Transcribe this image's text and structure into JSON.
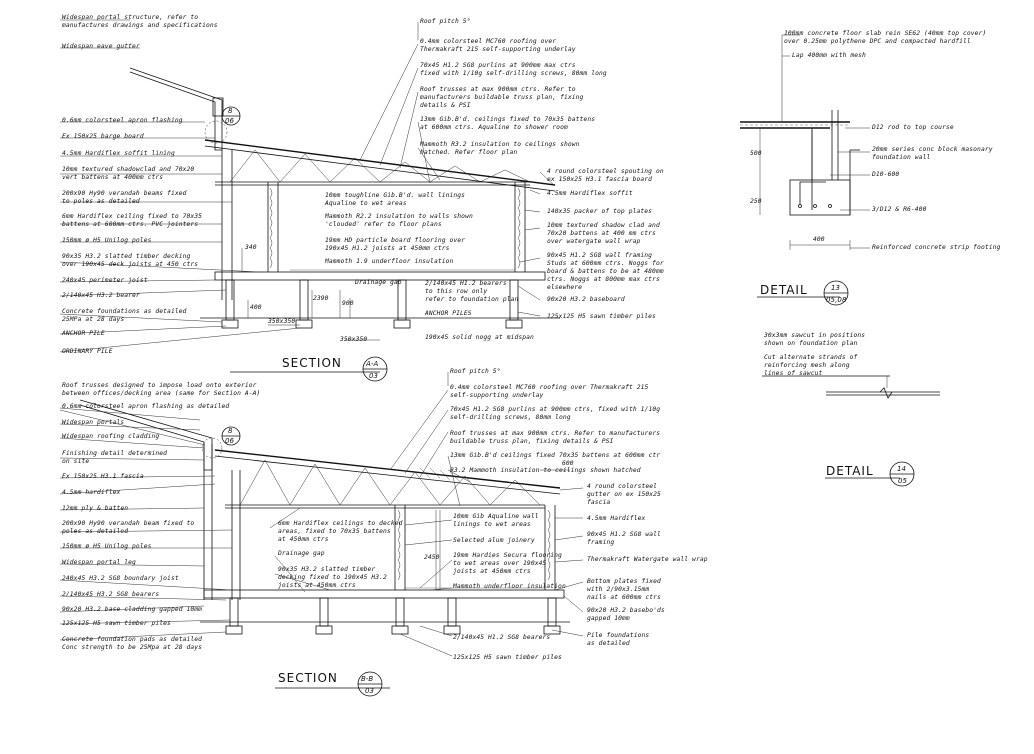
{
  "sectionA": {
    "left": [
      "Widespan portal structure, refer to\nmanufactures drawings and specifications",
      "Widespan eave gutter",
      "0.6mm colorsteel apron flashing",
      "Ex 150x25 barge board",
      "4.5mm Hardiflex soffit lining",
      "10mm textured shadowclad and 70x20\nvert battens at 400mm ctrs",
      "200x90 Hy90 verandah beams fixed\nto poles as detailed",
      "6mm Hardiflex ceiling fixed to 70x35\nbattens at 600mm ctrs. PVC jointers",
      "150mm ø H5 Unilog poles",
      "90x35 H3.2 slatted timber decking\nover 190x45 deck joists at 450 ctrs",
      "240x45 perimeter joist",
      "2/140x45 H3.2 bearer",
      "Concrete foundations as detailed\n25MPa at 28 days",
      "ANCHOR PILE",
      "ORDINARY PILE"
    ],
    "top": [
      "Roof pitch 5°",
      "0.4mm colorsteel MC760 roofing over\nThermakraft 215 self-supporting underlay",
      "70x45 H1.2 SG8 purlins at 900mm max ctrs\nfixed with 1/10g self-drilling screws, 80mm long",
      "Roof trusses at max 900mm ctrs. Refer to\nmanufacturers buildable truss plan, fixing\ndetails & PSI",
      "13mm Gib.B'd. ceilings fixed to 70x35 battens\nat 600mm ctrs. Aqualine to shower room",
      "Mammoth R3.2 insulation to ceilings shown\nhatched. Refer floor plan"
    ],
    "inner": [
      "10mm toughline Gib.B'd. wall linings\nAqualine to wet areas",
      "Mammoth R2.2 insulation to walls shown\n'clouded' refer to floor plans",
      "19mm HD particle board flooring over\n190x45 H1.2 joists at 450mm ctrs",
      "Mammoth 1.9 underfloor insulation",
      "Drainage gap",
      "2/140x45 H1.2 bearers\nto this row only\nrefer to foundation plan",
      "ANCHOR PILES",
      "190x45 solid nogg at midspan"
    ],
    "right": [
      "4 round colorsteel spouting on\nex 150x25 H3.1 fascia board",
      "4.5mm Hardiflex soffit",
      "140x35 packer of top plates",
      "10mm textured shadow clad and\n70x20 battens at 400 mm ctrs\nover watergate wall wrap",
      "90x45 H1.2 SG8 wall framing\nStuds at 600mm ctrs. Noggs for\nboard & battens to be at 480mm\nctrs. Noggs at 800mm max ctrs\nelsewhere",
      "90x20 H3.2 baseboard",
      "125x125 H5 sawn timber piles"
    ],
    "dims": [
      "340",
      "350x350",
      "350x350",
      "900",
      "400",
      "2390"
    ],
    "title": "SECTION",
    "tag": "A-A",
    "sheet": "03",
    "callout": {
      "num": "8",
      "sheet": "06"
    }
  },
  "sectionB": {
    "left": [
      "Roof trusses designed to impose load onto exterior\nbetween offices/decking area (same for Section A-A)",
      "0.6mm colorsteel apron flashing as detailed",
      "Widespan portals",
      "Widespan roofing cladding",
      "Finishing detail determined\non site",
      "Ex 150x25 H3.1 fascia",
      "4.5mm hardiflex",
      "12mm ply & batten",
      "200x90 Hy90 verandah beam fixed to\npoles as detailed",
      "150mm ø H5 Unilog poles",
      "Widespan portal leg",
      "240x45 H3.2 SG8 boundary joist",
      "2/140x45 H3.2 SG8 bearers",
      "90x20 H3.2 base cladding gapped 10mm",
      "125x125 H5 sawn timber piles",
      "Concrete foundation pads as detailed\nConc strength to be 25Mpa at 28 days"
    ],
    "top": [
      "Roof pitch 5°",
      "0.4mm colorsteel MC760 roofing over Thermakraft 215\nself-supporting underlay",
      "70x45 H1.2 SG8 purlins at 900mm ctrs, fixed with 1/10g\nself-drilling screws, 80mm long",
      "Roof trusses at max 900mm ctrs. Refer to manufacturers\nbuildable truss plan, fixing details & PSI",
      "13mm Gib.B'd ceilings fixed 70x35 battens at 600mm ctr",
      "R3.2 Mammoth insulation to ceilings shown hatched"
    ],
    "inner": [
      "6mm Hardiflex ceilings to decked\nareas, fixed to 70x35 battens\nat 450mm ctrs",
      "Drainage gap",
      "90x35 H3.2 slatted timber\ndecking fixed to 190x45 H3.2\njoists at 450mm ctrs",
      "10mm Gib Aqualine wall\nlinings to wet areas",
      "Selected alum joinery",
      "19mm Hardies Secura flooring\nto wet areas over 190x45\njoists at 450mm ctrs",
      "Mammoth underfloor insulation",
      "2/140x45 H1.2 SG8 bearers",
      "125x125 H5 sawn timber piles"
    ],
    "right": [
      "4 round colorsteel\ngutter on ex 150x25\nfascia",
      "4.5mm Hardiflex",
      "90x45 H1.2 SG8 wall\nframing",
      "Thermakraft Watergate wall wrap",
      "Bottom plates fixed\nwith 2/90x3.15mm\nnails at 600mm ctrs",
      "90x20 H3.2 basebo'ds\ngapped 10mm",
      "Pile foundations\nas detailed"
    ],
    "dims": [
      "600",
      "2450"
    ],
    "title": "SECTION",
    "tag": "B-B",
    "sheet": "03",
    "callout": {
      "num": "8",
      "sheet": "06"
    }
  },
  "detail13": {
    "notes": [
      "100mm concrete floor slab rein SE62 (40mm top cover)\nover 0.25mm polythene DPC and compacted hardfill",
      "Lap 400mm with mesh",
      "D12 rod to top course",
      "20mm series conc block masonary\nfoundation wall",
      "D10-600",
      "3/D12 & R6-400",
      "Reinforced concrete strip footing"
    ],
    "dims": [
      "500",
      "250",
      "400"
    ],
    "title": "DETAIL",
    "num": "13",
    "sheet": "05,08"
  },
  "detail14": {
    "notes": [
      "30x3mm sawcut in positions\nshown on foundation plan",
      "Cut alternate strands of\nreinforcing mesh along\nlines of sawcut"
    ],
    "title": "DETAIL",
    "num": "14",
    "sheet": "05"
  }
}
